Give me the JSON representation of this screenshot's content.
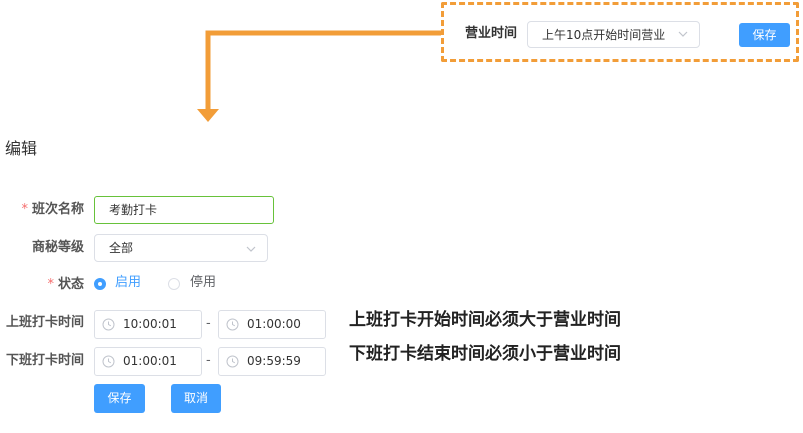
{
  "callout": {
    "label": "营业时间",
    "select_value": "上午10点开始时间营业",
    "save_label": "保存"
  },
  "form": {
    "title": "编辑",
    "required_mark": "*",
    "shift_name_label": "班次名称",
    "shift_name_value": "考勤打卡",
    "level_label": "商秘等级",
    "level_value": "全部",
    "status_label": "状态",
    "status_on_label": "启用",
    "status_off_label": "停用",
    "status_selected": "启用",
    "clock_in_label": "上班打卡时间",
    "clock_in_start": "10:00:01",
    "clock_in_end": "01:00:00",
    "clock_out_label": "下班打卡时间",
    "clock_out_start": "01:00:01",
    "clock_out_end": "09:59:59",
    "separator": "-",
    "save_label": "保存",
    "cancel_label": "取消"
  },
  "notes": {
    "clock_in_note": "上班打卡开始时间必须大于营业时间",
    "clock_out_note": "下班打卡结束时间必须小于营业时间"
  },
  "colors": {
    "primary": "#409eff",
    "callout_orange": "#f29d38",
    "required_red": "#f56c6c",
    "focus_green": "#67c23a"
  },
  "icons": [
    "chevron-down-icon",
    "clock-icon",
    "arrow-down-icon"
  ]
}
